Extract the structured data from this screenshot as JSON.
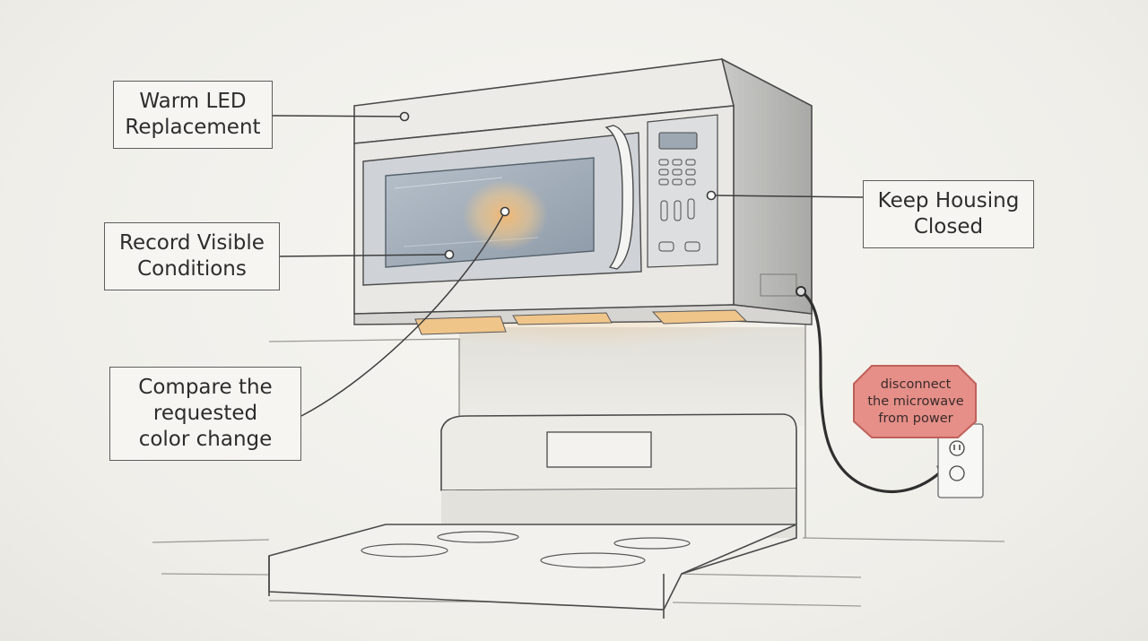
{
  "labels": {
    "warm_led": [
      "Warm LED",
      "Replacement"
    ],
    "record": [
      "Record Visible",
      "Conditions"
    ],
    "compare": [
      "Compare the",
      "requested",
      "color change"
    ],
    "keep_housing": [
      "Keep Housing",
      "Closed"
    ]
  },
  "warning": [
    "disconnect",
    "the microwave",
    "from power"
  ],
  "colors": {
    "line": "#4a4a4a",
    "warm_glow": "#f3c98a",
    "window_blue": "#9aa7b4",
    "warning_fill": "#e58f88",
    "warning_border": "#c0605a"
  }
}
